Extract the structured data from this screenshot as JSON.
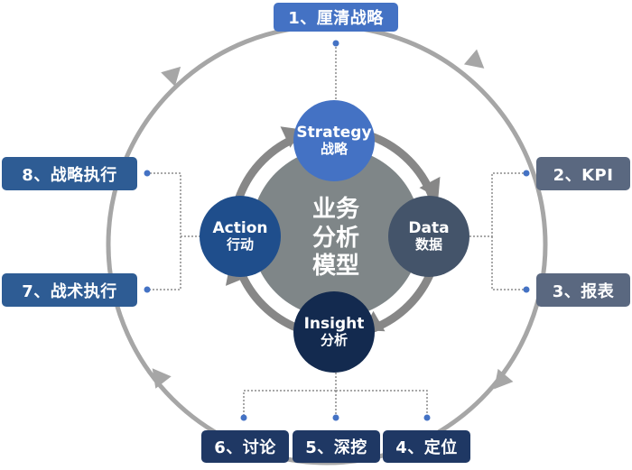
{
  "title": "业务分析模型",
  "center": {
    "lines": [
      "业务",
      "分析",
      "模型"
    ],
    "color": "#7F8688"
  },
  "nodes": [
    {
      "id": "strategy",
      "en": "Strategy",
      "zh": "战略",
      "color": "#4472C4"
    },
    {
      "id": "data",
      "en": "Data",
      "zh": "数据",
      "color": "#44546A"
    },
    {
      "id": "insight",
      "en": "Insight",
      "zh": "分析",
      "color": "#132A4F"
    },
    {
      "id": "action",
      "en": "Action",
      "zh": "行动",
      "color": "#1F4E8C"
    }
  ],
  "steps": [
    {
      "label": "1、厘清战略",
      "color": "#4472C4"
    },
    {
      "label": "2、KPI",
      "color": "#5A6880"
    },
    {
      "label": "3、报表",
      "color": "#5A6880"
    },
    {
      "label": "4、定位",
      "color": "#1F3864"
    },
    {
      "label": "5、深挖",
      "color": "#1F3864"
    },
    {
      "label": "6、讨论",
      "color": "#1F3864"
    },
    {
      "label": "7、战术执行",
      "color": "#2E5C94"
    },
    {
      "label": "8、战略执行",
      "color": "#2E5C94"
    }
  ],
  "colors": {
    "outer_ring": "#A6A6A6",
    "inner_arrows": "#878787",
    "connector": "#8C8C8C",
    "connector_dot": "#4472C4"
  }
}
